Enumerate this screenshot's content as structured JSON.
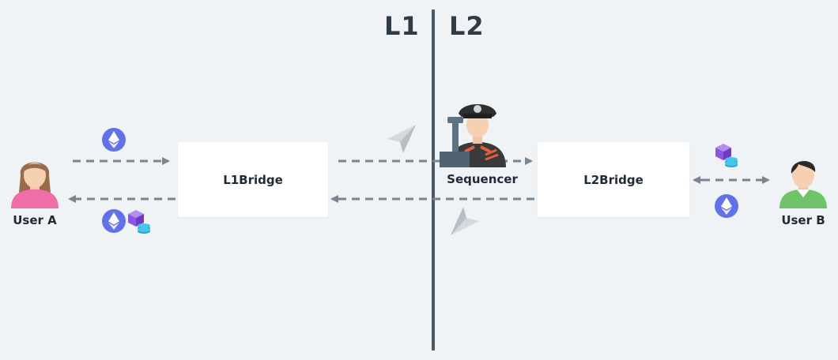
{
  "layers": {
    "left": "L1",
    "right": "L2"
  },
  "nodes": {
    "l1bridge": "L1Bridge",
    "l2bridge": "L2Bridge",
    "sequencer": "Sequencer",
    "user_a": "User A",
    "user_b": "User B"
  },
  "colors": {
    "background": "#eff3f6",
    "divider": "#4a5866",
    "arrow": "#7a8590",
    "eth_badge": "#6271e8",
    "token_cube": "#8e55e0",
    "coin": "#44c7e8",
    "user_a_shirt": "#ee6ea8",
    "user_b_shirt": "#6fc46a"
  },
  "icons": [
    "ethereum-icon",
    "token-cube-icon",
    "coins-icon",
    "paper-plane-icon",
    "sequencer-officer-icon",
    "user-avatar-icon"
  ]
}
